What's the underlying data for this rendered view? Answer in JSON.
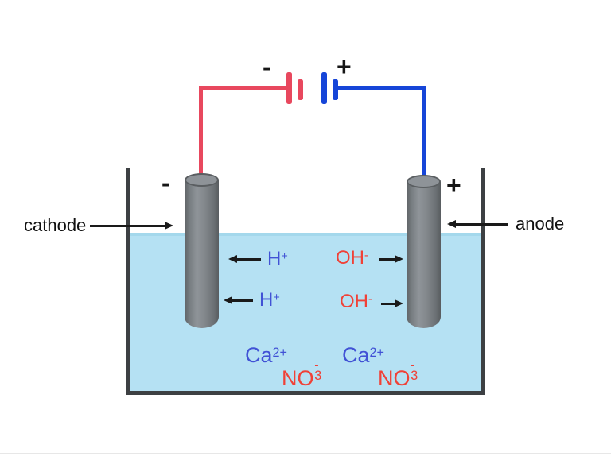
{
  "diagram": {
    "type": "electrolysis-cell",
    "battery": {
      "negative_terminal_label": "-",
      "positive_terminal_label": "+"
    },
    "electrodes": {
      "cathode": {
        "label": "cathode",
        "sign": "-"
      },
      "anode": {
        "label": "anode",
        "sign": "+"
      }
    },
    "ions": {
      "h_plus_1": {
        "base": "H",
        "sup": "+"
      },
      "h_plus_2": {
        "base": "H",
        "sup": "+"
      },
      "oh_minus_1": {
        "base": "OH",
        "sup": "-"
      },
      "oh_minus_2": {
        "base": "OH",
        "sup": "-"
      },
      "ca_1": {
        "base": "Ca",
        "sup": "2+"
      },
      "ca_2": {
        "base": "Ca",
        "sup": "2+"
      },
      "no3_1": {
        "base": "NO",
        "sup": "-",
        "sub": "3"
      },
      "no3_2": {
        "base": "NO",
        "sup": "-",
        "sub": "3"
      }
    },
    "colors": {
      "negative_wire": "#e8485e",
      "positive_wire": "#1645d8",
      "cation_text": "#4152d5",
      "anion_text": "#f04137",
      "solution_fill": "#b5e1f3",
      "solution_surface": "#a4d8ec",
      "beaker_wall": "#3d4043"
    }
  }
}
